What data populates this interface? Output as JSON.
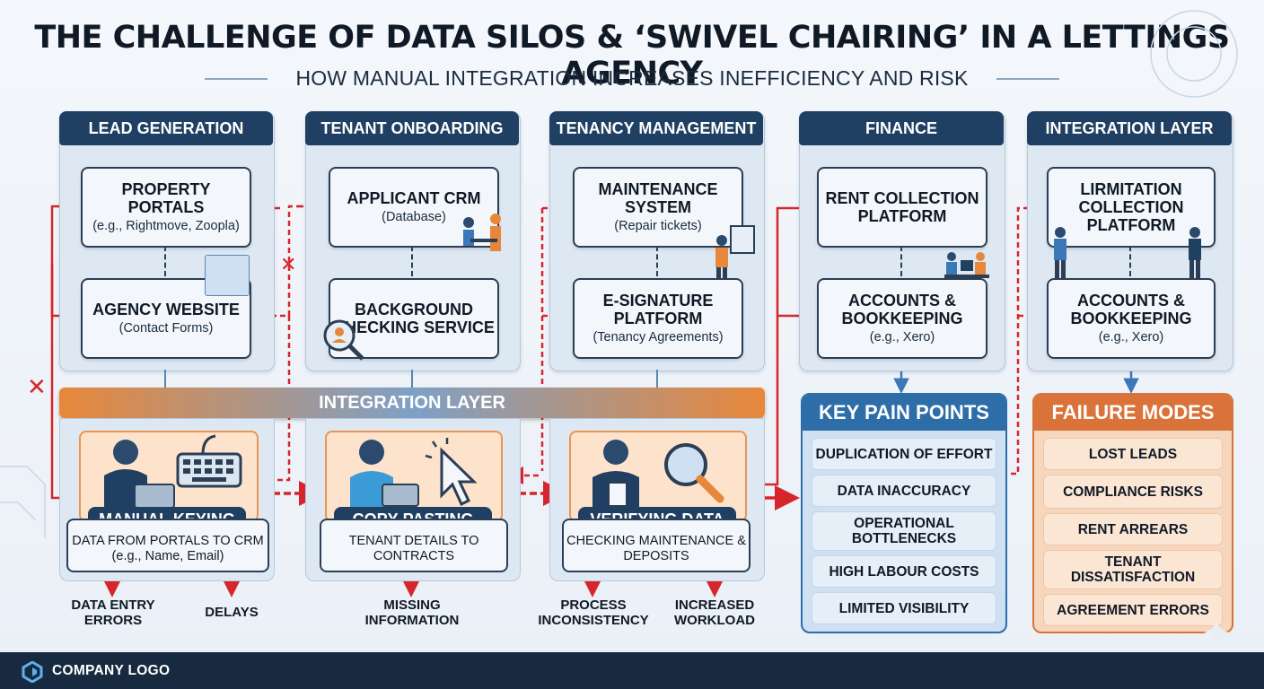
{
  "title": "THE CHALLENGE OF DATA SILOS & ‘SWIVEL CHAIRING’ IN A LETTINGS AGENCY",
  "subtitle": "HOW MANUAL INTEGRATION INCREASES INEFFICIENCY AND RISK",
  "columns": [
    {
      "heading": "LEAD GENERATION",
      "top_box": {
        "title": "PROPERTY PORTALS",
        "note": "(e.g., Rightmove, Zoopla)"
      },
      "bottom_box": {
        "title": "AGENCY WEBSITE",
        "note": "(Contact Forms)"
      }
    },
    {
      "heading": "TENANT ONBOARDING",
      "top_box": {
        "title": "APPLICANT CRM",
        "note": "(Database)"
      },
      "bottom_box": {
        "title": "BACKGROUND CHECKING SERVICE",
        "note": ""
      }
    },
    {
      "heading": "TENANCY MANAGEMENT",
      "top_box": {
        "title": "MAINTENANCE SYSTEM",
        "note": "(Repair tickets)"
      },
      "bottom_box": {
        "title": "E-SIGNATURE PLATFORM",
        "note": "(Tenancy Agreements)"
      }
    },
    {
      "heading": "FINANCE",
      "top_box": {
        "title": "RENT COLLECTION PLATFORM",
        "note": ""
      },
      "bottom_box": {
        "title": "ACCOUNTS & BOOKKEEPING",
        "note": "(e.g., Xero)"
      }
    },
    {
      "heading": "INTEGRATION LAYER",
      "top_box": {
        "title": "LIRMITATION COLLECTION PLATFORM",
        "note": ""
      },
      "bottom_box": {
        "title": "ACCOUNTS & BOOKKEEPING",
        "note": "(e.g., Xero)"
      }
    }
  ],
  "integration_bar": "INTEGRATION LAYER",
  "activities": [
    {
      "label": "MANUAL KEYING",
      "detail": "DATA FROM PORTALS TO CRM (e.g., Name, Email)",
      "effects": [
        "DATA ENTRY ERRORS",
        "DELAYS"
      ]
    },
    {
      "label": "COPY-PASTING",
      "detail": "TENANT DETAILS TO CONTRACTS",
      "effects": [
        "MISSING INFORMATION"
      ]
    },
    {
      "label": "VERIFYING DATA",
      "detail": "CHECKING MAINTENANCE & DEPOSITS",
      "effects": [
        "PROCESS INCONSISTENCY",
        "INCREASED WORKLOAD"
      ]
    }
  ],
  "pain_points": {
    "heading": "KEY PAIN POINTS",
    "items": [
      "DUPLICATION OF EFFORT",
      "DATA INACCURACY",
      "OPERATIONAL BOTTLENECKS",
      "HIGH LABOUR COSTS",
      "LIMITED VISIBILITY"
    ]
  },
  "failure_modes": {
    "heading": "FAILURE MODES",
    "items": [
      "LOST LEADS",
      "COMPLIANCE RISKS",
      "RENT ARREARS",
      "TENANT DISSATISFACTION",
      "AGREEMENT ERRORS"
    ]
  },
  "footer": {
    "logo_text": "COMPANY LOGO"
  },
  "colors": {
    "navy": "#1f3f63",
    "orange": "#e7873a",
    "red_arrow": "#d6262b",
    "panel_blue": "#2d6da8"
  }
}
